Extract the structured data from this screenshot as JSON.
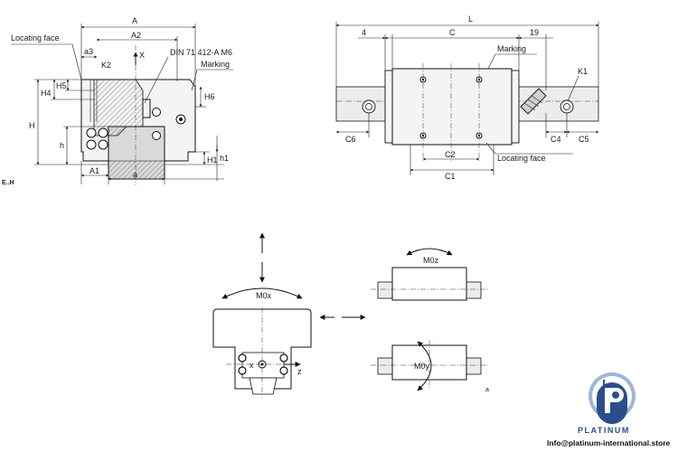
{
  "front_view": {
    "labels": {
      "A": "A",
      "A2": "A2",
      "a3": "a3",
      "K2": "K2",
      "X": "X",
      "din": "DIN 71 412-A M6",
      "marking": "Marking",
      "locating_face": "Locating face",
      "H5": "H5",
      "H4": "H4",
      "H": "H",
      "h": "h",
      "H6": "H6",
      "H1": "H1",
      "h1": "h1",
      "A1": "A1",
      "a": "a"
    },
    "series_label": "E..H"
  },
  "side_view": {
    "labels": {
      "L": "L",
      "dim_4": "4",
      "C": "C",
      "dim_19": "19",
      "marking": "Marking",
      "K1": "K1",
      "C6": "C6",
      "C4": "C4",
      "C5": "C5",
      "C2": "C2",
      "C1": "C1",
      "locating_face": "Locating face"
    }
  },
  "load_diagram": {
    "labels": {
      "M0x": "M0x",
      "M0z": "M0z",
      "M0y": "M0y",
      "x": "x",
      "z": "z",
      "small_mark": "a"
    }
  },
  "branding": {
    "logo_text": "PLATINUM",
    "email": "Info@platinum-international.store",
    "colors": {
      "logo_blue": "#2a4e8c",
      "logo_light": "#9fb6d8"
    }
  }
}
